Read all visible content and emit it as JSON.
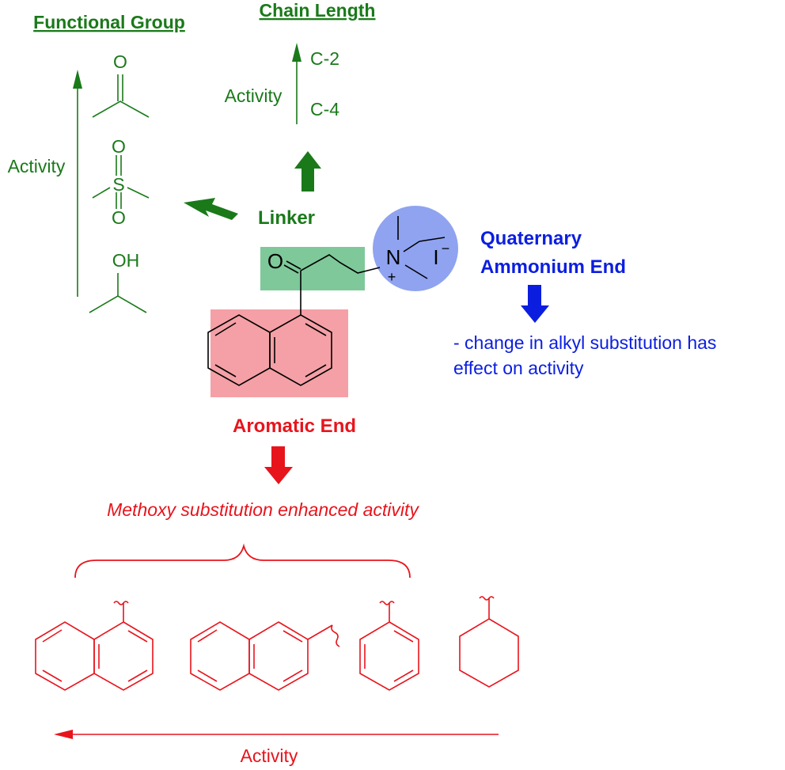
{
  "colors": {
    "green": "#1a7a1a",
    "red": "#e8141c",
    "blue": "#0b1ee0",
    "linker_box": "#7ec89a",
    "aromatic_box": "#f4a0a6",
    "ammonium_circle": "#8fa3f0"
  },
  "functional_group": {
    "title": "Functional Group",
    "activity_label": "Activity",
    "oh_label": "OH",
    "o_label": "O",
    "s_label": "S"
  },
  "chain_length": {
    "title": "Chain Length",
    "activity_label": "Activity",
    "c2": "C-2",
    "c4": "C-4"
  },
  "core": {
    "linker_label": "Linker",
    "carbonyl_o": "O",
    "nitrogen": "N",
    "plus": "+",
    "iodide": "I",
    "iodide_charge": "−"
  },
  "quaternary": {
    "title_line1": "Quaternary",
    "title_line2": "Ammonium End",
    "note_line1": "- change in alkyl substitution has",
    "note_line2": "effect on activity"
  },
  "aromatic": {
    "title": "Aromatic End",
    "note": "Methoxy substitution enhanced activity",
    "activity_label": "Activity"
  }
}
